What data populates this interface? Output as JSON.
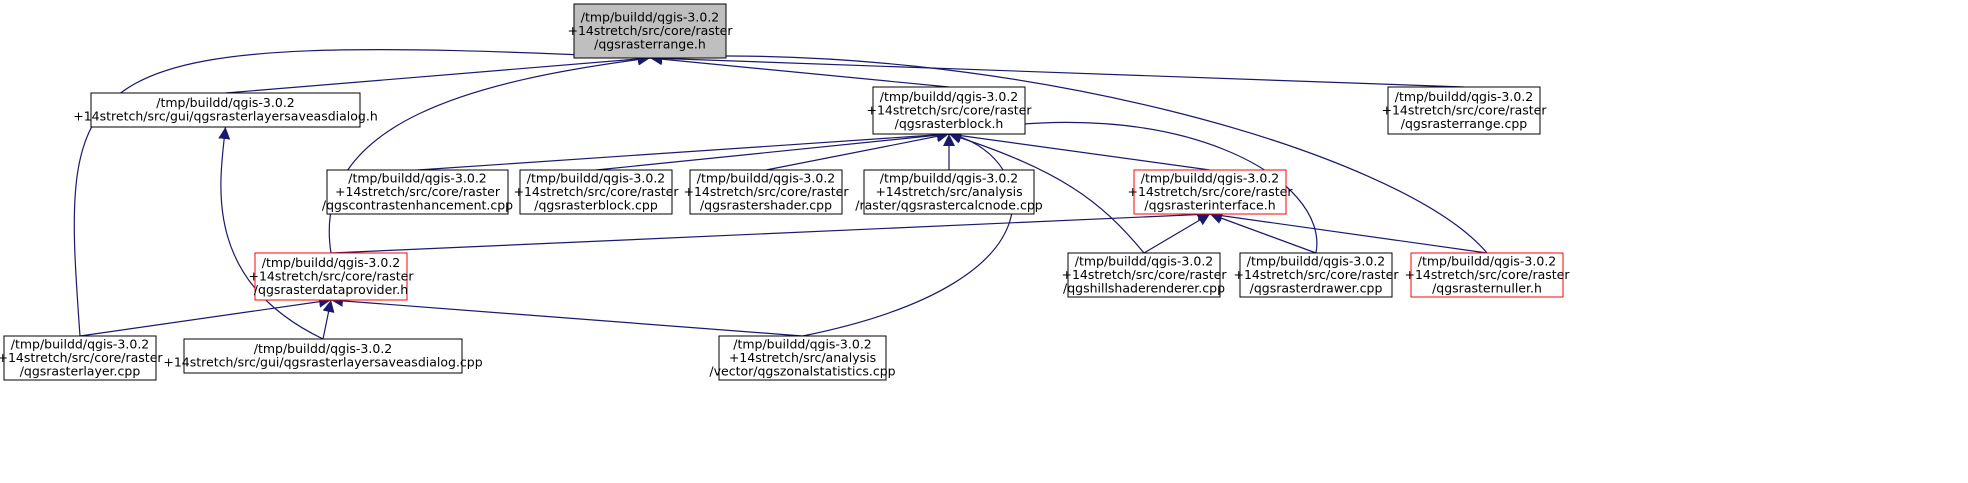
{
  "colors": {
    "edge": "#191970",
    "focus_fill": "#bfbfbf",
    "node_border": "#000000",
    "highlight_border": "#ff0000"
  },
  "nodes": [
    {
      "id": "qgsrasterrange_h",
      "lines": [
        "/tmp/buildd/qgis-3.0.2",
        "+14stretch/src/core/raster",
        "/qgsrasterrange.h"
      ],
      "style": "focus"
    },
    {
      "id": "qgsrasterlayersaveasdialog_h",
      "lines": [
        "/tmp/buildd/qgis-3.0.2",
        "+14stretch/src/gui/qgsrasterlayersaveasdialog.h"
      ],
      "style": "normal"
    },
    {
      "id": "qgsrasterblock_h",
      "lines": [
        "/tmp/buildd/qgis-3.0.2",
        "+14stretch/src/core/raster",
        "/qgsrasterblock.h"
      ],
      "style": "normal"
    },
    {
      "id": "qgsrasterrange_cpp",
      "lines": [
        "/tmp/buildd/qgis-3.0.2",
        "+14stretch/src/core/raster",
        "/qgsrasterrange.cpp"
      ],
      "style": "normal"
    },
    {
      "id": "qgscontrastenhancement_cpp",
      "lines": [
        "/tmp/buildd/qgis-3.0.2",
        "+14stretch/src/core/raster",
        "/qgscontrastenhancement.cpp"
      ],
      "style": "normal"
    },
    {
      "id": "qgsrasterblock_cpp",
      "lines": [
        "/tmp/buildd/qgis-3.0.2",
        "+14stretch/src/core/raster",
        "/qgsrasterblock.cpp"
      ],
      "style": "normal"
    },
    {
      "id": "qgsrastershader_cpp",
      "lines": [
        "/tmp/buildd/qgis-3.0.2",
        "+14stretch/src/core/raster",
        "/qgsrastershader.cpp"
      ],
      "style": "normal"
    },
    {
      "id": "qgsrastercalcnode_cpp",
      "lines": [
        "/tmp/buildd/qgis-3.0.2",
        "+14stretch/src/analysis",
        "/raster/qgsrastercalcnode.cpp"
      ],
      "style": "normal"
    },
    {
      "id": "qgsrasterinterface_h",
      "lines": [
        "/tmp/buildd/qgis-3.0.2",
        "+14stretch/src/core/raster",
        "/qgsrasterinterface.h"
      ],
      "style": "highlight"
    },
    {
      "id": "qgsrasterdataprovider_h",
      "lines": [
        "/tmp/buildd/qgis-3.0.2",
        "+14stretch/src/core/raster",
        "/qgsrasterdataprovider.h"
      ],
      "style": "highlight"
    },
    {
      "id": "qgshillshaderenderer_cpp",
      "lines": [
        "/tmp/buildd/qgis-3.0.2",
        "+14stretch/src/core/raster",
        "/qgshillshaderenderer.cpp"
      ],
      "style": "normal"
    },
    {
      "id": "qgsrasterdrawer_cpp",
      "lines": [
        "/tmp/buildd/qgis-3.0.2",
        "+14stretch/src/core/raster",
        "/qgsrasterdrawer.cpp"
      ],
      "style": "normal"
    },
    {
      "id": "qgsrasternuller_h",
      "lines": [
        "/tmp/buildd/qgis-3.0.2",
        "+14stretch/src/core/raster",
        "/qgsrasternuller.h"
      ],
      "style": "highlight"
    },
    {
      "id": "qgsrasterlayer_cpp",
      "lines": [
        "/tmp/buildd/qgis-3.0.2",
        "+14stretch/src/core/raster",
        "/qgsrasterlayer.cpp"
      ],
      "style": "normal"
    },
    {
      "id": "qgsrasterlayersaveasdialog_cpp",
      "lines": [
        "/tmp/buildd/qgis-3.0.2",
        "+14stretch/src/gui/qgsrasterlayersaveasdialog.cpp"
      ],
      "style": "normal"
    },
    {
      "id": "qgszonalstatistics_cpp",
      "lines": [
        "/tmp/buildd/qgis-3.0.2",
        "+14stretch/src/analysis",
        "/vector/qgszonalstatistics.cpp"
      ],
      "style": "normal"
    }
  ],
  "edges": [
    {
      "from": "qgsrasterlayersaveasdialog_h",
      "to": "qgsrasterrange_h"
    },
    {
      "from": "qgsrasterblock_h",
      "to": "qgsrasterrange_h"
    },
    {
      "from": "qgsrasterrange_cpp",
      "to": "qgsrasterrange_h"
    },
    {
      "from": "qgsrasterdataprovider_h",
      "to": "qgsrasterrange_h"
    },
    {
      "from": "qgsrasternuller_h",
      "to": "qgsrasterrange_h"
    },
    {
      "from": "qgsrasterlayer_cpp",
      "to": "qgsrasterrange_h"
    },
    {
      "from": "qgsrasterlayersaveasdialog_cpp",
      "to": "qgsrasterlayersaveasdialog_h"
    },
    {
      "from": "qgscontrastenhancement_cpp",
      "to": "qgsrasterblock_h"
    },
    {
      "from": "qgsrasterblock_cpp",
      "to": "qgsrasterblock_h"
    },
    {
      "from": "qgsrastershader_cpp",
      "to": "qgsrasterblock_h"
    },
    {
      "from": "qgsrastercalcnode_cpp",
      "to": "qgsrasterblock_h"
    },
    {
      "from": "qgsrasterinterface_h",
      "to": "qgsrasterblock_h"
    },
    {
      "from": "qgshillshaderenderer_cpp",
      "to": "qgsrasterblock_h"
    },
    {
      "from": "qgsrasterdrawer_cpp",
      "to": "qgsrasterblock_h"
    },
    {
      "from": "qgszonalstatistics_cpp",
      "to": "qgsrasterblock_h"
    },
    {
      "from": "qgsrasterdataprovider_h",
      "to": "qgsrasterinterface_h"
    },
    {
      "from": "qgshillshaderenderer_cpp",
      "to": "qgsrasterinterface_h"
    },
    {
      "from": "qgsrasterdrawer_cpp",
      "to": "qgsrasterinterface_h"
    },
    {
      "from": "qgsrasternuller_h",
      "to": "qgsrasterinterface_h"
    },
    {
      "from": "qgsrasterlayer_cpp",
      "to": "qgsrasterdataprovider_h"
    },
    {
      "from": "qgsrasterlayersaveasdialog_cpp",
      "to": "qgsrasterdataprovider_h"
    },
    {
      "from": "qgszonalstatistics_cpp",
      "to": "qgsrasterdataprovider_h"
    }
  ]
}
